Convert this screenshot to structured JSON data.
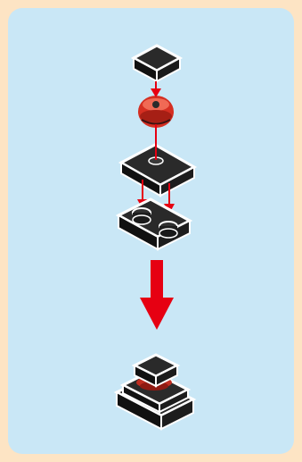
{
  "page": {
    "background_color": "#fde4c4"
  },
  "panel": {
    "background_color": "#c9e7f6"
  },
  "colors": {
    "brick_top": "#2b2b2b",
    "brick_side": "#111111",
    "brick_outline": "#ffffff",
    "arrow_red": "#e60012",
    "connector_red": "#e53b2c"
  },
  "steps": [
    {
      "part": "tile-1x1",
      "icon": "black-square-tile-icon"
    },
    {
      "part": "round-connector",
      "icon": "red-round-connector-icon"
    },
    {
      "part": "plate-1x2-top",
      "icon": "black-plate-icon"
    },
    {
      "part": "plate-1x2-bottom",
      "icon": "black-plate-with-studs-icon"
    },
    {
      "part": "result",
      "icon": "assembled-model-icon"
    }
  ]
}
